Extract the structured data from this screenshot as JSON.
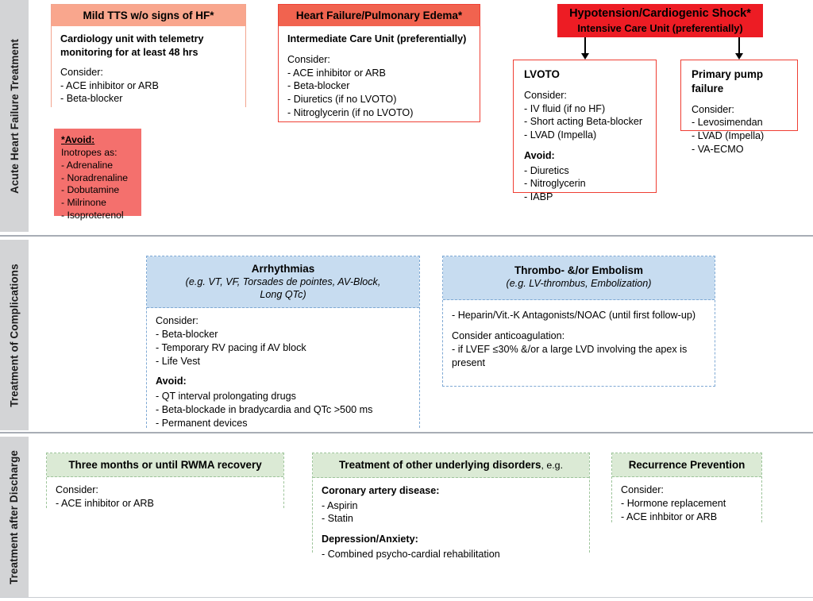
{
  "diagram": {
    "title": "Takotsubo Syndrome (TTS) Treatment Algorithm",
    "colors": {
      "salmon_header": "#f9a68d",
      "coral_header": "#f1634f",
      "red_banner": "#ed1c24",
      "pink_avoid": "#f4706d",
      "blue_header": "#c7dcf0",
      "green_header": "#dbead5",
      "sidebar_gray": "#d3d4d6",
      "rule_gray": "#a8adb5"
    }
  },
  "sections": [
    {
      "id": "acute",
      "label": "Acute Heart Failure Treatment"
    },
    {
      "id": "complications",
      "label": "Treatment of Complications"
    },
    {
      "id": "discharge",
      "label": "Treatment after Discharge"
    }
  ],
  "acute": {
    "mild_tts": {
      "header": "Mild TTS w/o signs of HF*",
      "unit": "Cardiology unit with telemetry monitoring for at least 48 hrs",
      "consider_label": "Consider:",
      "consider": [
        "- ACE inhibitor or ARB",
        "- Beta-blocker"
      ]
    },
    "avoid_box": {
      "star": "*",
      "title": "Avoid:",
      "subtitle": "Inotropes as:",
      "items": [
        "- Adrenaline",
        "- Noradrenaline",
        "- Dobutamine",
        "- Milrinone",
        "- Isoproterenol"
      ]
    },
    "heart_failure": {
      "header": "Heart Failure/Pulmonary Edema*",
      "unit": "Intermediate Care Unit (preferentially)",
      "consider_label": "Consider:",
      "consider": [
        "- ACE inhibitor or ARB",
        "- Beta-blocker",
        "- Diuretics (if no LVOTO)",
        "- Nitroglycerin (if no LVOTO)"
      ]
    },
    "shock_banner": {
      "line1": "Hypotension/Cardiogenic Shock*",
      "line2": "Intensive Care Unit (preferentially)"
    },
    "lvoto": {
      "title": "LVOTO",
      "consider_label": "Consider:",
      "consider": [
        "- IV fluid (if no HF)",
        "- Short acting Beta-blocker",
        "- LVAD (Impella)"
      ],
      "avoid_label": "Avoid:",
      "avoid": [
        "- Diuretics",
        "- Nitroglycerin",
        "- IABP"
      ]
    },
    "pump_failure": {
      "title": "Primary pump failure",
      "consider_label": "Consider:",
      "consider": [
        "- Levosimendan",
        "- LVAD (Impella)",
        "- VA-ECMO"
      ]
    }
  },
  "complications": {
    "arrhythmias": {
      "header": "Arrhythmias",
      "subheader_line1": "(e.g. VT, VF, Torsades de pointes, AV-Block,",
      "subheader_line2": "Long  QTc)",
      "consider_label": "Consider:",
      "consider": [
        "- Beta-blocker",
        "- Temporary RV pacing if AV block",
        "- Life Vest"
      ],
      "avoid_label": "Avoid:",
      "avoid": [
        "- QT interval prolongating drugs",
        "- Beta-blockade in bradycardia and QTc >500 ms",
        "- Permanent devices"
      ]
    },
    "thrombo": {
      "header": "Thrombo- &/or Embolism",
      "subheader": "(e.g. LV-thrombus, Embolization)",
      "first_line": "- Heparin/Vit.-K Antagonists/NOAC (until first follow-up)",
      "consider_label": "Consider anticoagulation:",
      "consider": [
        "- if LVEF ≤30% &/or a large LVD involving the apex is present"
      ]
    }
  },
  "discharge": {
    "three_months": {
      "header": "Three months or until RWMA recovery",
      "consider_label": "Consider:",
      "consider": [
        "- ACE inhibitor or ARB"
      ]
    },
    "other_disorders": {
      "header_bold": "Treatment of other underlying disorders",
      "header_light": ", e.g.",
      "groups": [
        {
          "label": "Coronary artery disease:",
          "items": [
            "- Aspirin",
            "- Statin"
          ]
        },
        {
          "label": "Depression/Anxiety:",
          "items": [
            "- Combined psycho-cardial rehabilitation"
          ]
        }
      ]
    },
    "recurrence": {
      "header": "Recurrence Prevention",
      "consider_label": "Consider:",
      "consider": [
        "- Hormone replacement",
        "- ACE inhbitor or ARB"
      ]
    }
  }
}
